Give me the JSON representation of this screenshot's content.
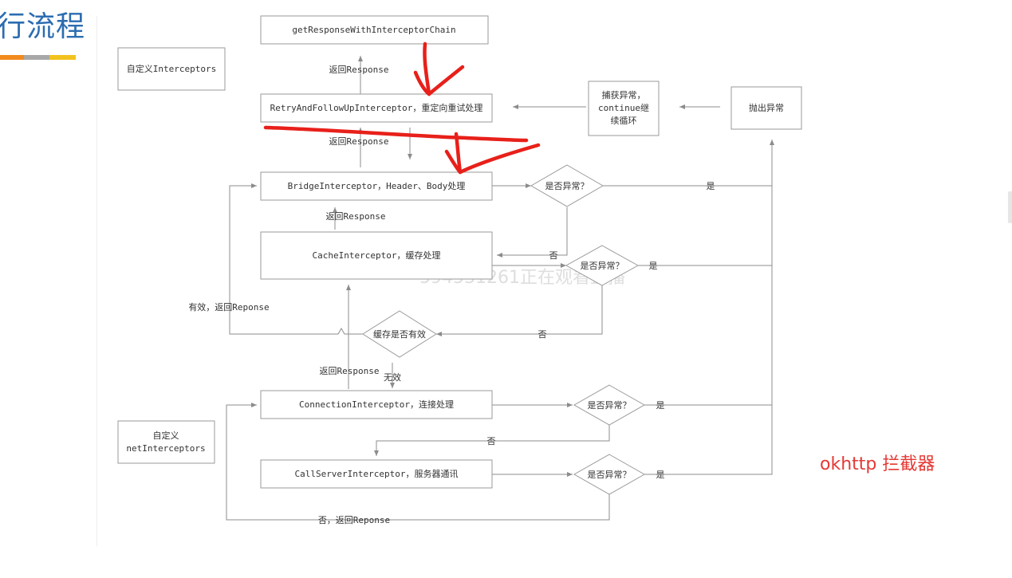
{
  "slide": {
    "title_fragment": "行流程",
    "accent_colors": [
      "#f28a1e",
      "#a8a8a8",
      "#f2c21e"
    ]
  },
  "note": "okhttp 拦截器",
  "watermark": "594531261正在观看直播",
  "diagram": {
    "nodes": {
      "get_response": "getResponseWithInterceptorChain",
      "custom_interceptors": "自定义Interceptors",
      "retry": "RetryAndFollowUpInterceptor，重定向重试处理",
      "catch_line1": "捕获异常，",
      "catch_line2": "continue继",
      "catch_line3": "续循环",
      "throw": "抛出异常",
      "bridge": "BridgeInterceptor，Header、Body处理",
      "cache": "CacheInterceptor，缓存处理",
      "cache_valid": "缓存是否有效",
      "connection": "ConnectionInterceptor，连接处理",
      "custom_net_line1": "自定义",
      "custom_net_line2": "netInterceptors",
      "callserver": "CallServerInterceptor，服务器通讯",
      "exception_check": "是否异常？"
    },
    "labels": {
      "return_response": "返回Response",
      "yes": "是",
      "no": "否",
      "valid_return": "有效，返回Reponse",
      "invalid": "无效",
      "no_return": "否，返回Reponse"
    },
    "annotation_color": "#e8201a"
  }
}
